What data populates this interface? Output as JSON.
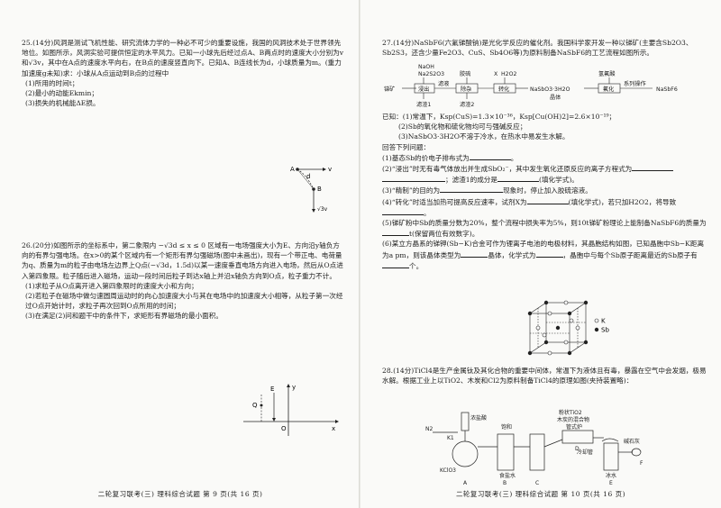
{
  "left": {
    "q25": {
      "head": "25.(14分)风洞是测试飞机性能、研究流体力学的一种必不可少的重要设施，我国的风洞技术处于世界领先地位。如图所示，风洞实验可提供恒定的水平风力。已知一小球先后经过点A、B两点时的速度大小分别为v和√3v，其中在A点的速度水平向右，在B点的速度竖直向下。已知A、B连线长为d，小球质量为m。(重力加速度g未知)求：小球从A点运动到B点的过程中",
      "items": [
        "(1)所用的时间t；",
        "(2)最小的动能Ekmin；",
        "(3)损失的机械能ΔE损。"
      ],
      "fig": {
        "A": "A",
        "v": "v",
        "d": "d",
        "B": "B",
        "vB": "√3v"
      }
    },
    "q26": {
      "head": "26.(20分)如图所示的坐标系中，第二象限内 −√3d ≤ x ≤ 0 区域有一电场强度大小为E、方向沿y轴负方向的有界匀强电场。在x>0的某个区域内有一个矩形有界匀强磁场(图中未画出)，现有一个带正电、电荷量为q、质量为m的粒子由电场左边界上Q点(−√3d，1.5d)以某一速度垂直电场方向进入电场，然后从O点进入第四象限。粒子随后进入磁场，运动一段时间后粒子到达x轴上并沿x轴负方向到O点，粒子重力不计。",
      "items": [
        "(1)求粒子从O点离开进入第四象限时的速度大小和方向；",
        "(2)若粒子在磁场中做匀速圆周运动时的向心加速度大小与其在电场中的加速度大小相等，从粒子第一次经过O点开始计时，求粒子再次回到O点所用的时间；",
        "(3)在满足(2)问和题干中的条件下，求矩形有界磁场的最小面积。"
      ],
      "fig": {
        "E": "E",
        "y": "y",
        "Q": "Q",
        "O": "O",
        "x": "x"
      }
    },
    "footer": "二轮复习联考(三)  理科综合试题  第 9 页(共 16 页)"
  },
  "right": {
    "q27": {
      "head": "27.(14分)NaSbF6(六氟锑酸钠)是光化学反应的催化剂。我国科学家开发一种以锑矿(主要含Sb2O3、Sb2S3，还含少量Fe2O3、CuS、Sb4O6等)为原料制备NaSbF6的工艺流程如图所示。",
      "flow": {
        "ore": "锑矿",
        "r1": "NaOH",
        "r2": "Na2S2O3",
        "b1": "浸出",
        "f1": "滤液",
        "r3": "胶硫",
        "b2": "除杂",
        "r4": "X",
        "r5": "H2O2",
        "b3": "转化",
        "p1": "NaSbO3·3H2O",
        "p1sub": "晶体",
        "r6": "氢氟酸",
        "b4": "氟化",
        "ops": "系列操作",
        "p2": "NaSbF6",
        "s1": "滤渣1",
        "s2": "滤渣2"
      },
      "known": [
        "已知：(1)常温下，Ksp(CuS)=1.3×10⁻³⁶，Ksp[Cu(OH)2]=2.6×10⁻¹⁹；",
        "(2)Sb的氧化物和硫化物均可与强碱反应；",
        "(3)NaSbO3·3H2O不溶于冷水，在热水中易发生水解。"
      ],
      "answer_prompt": "回答下列问题：",
      "items": [
        "(1)基态Sb的价电子排布式为",
        "(2)“浸出”时无有毒气体放出并生成SbO₂⁻，其中发生氧化还原反应的离子方程式为",
        "；滤渣1的成分是",
        "(填化学式)。",
        "(3)“精制”的目的为",
        "现象时，停止加入胶硫溶液。",
        "(4)“转化”时适当加热可提高反应速率，试剂X为",
        "(填化学式)，若只加H2O2，将导致",
        "(5)锑矿粉中Sb的质量分数为20%，整个流程中损失率为5%，则10t锑矿粉理论上能制备NaSbF6的质量为",
        "t(保留两位有效数字)。",
        "(6)某立方晶系的锑钾(Sb−K)合金可作为锂离子电池的电极材料，其晶胞结构如图，已知晶胞中Sb−K距离为a pm，则该晶体类型为",
        "晶体，化学式为",
        "，晶胞中与每个Sb原子距离最近的Sb原子有",
        "个。"
      ],
      "legend": {
        "K": "K",
        "Sb": "Sb"
      }
    },
    "q28": {
      "head": "28.(14分)TiCl4是生产金属钛及其化合物的重要中间体，常温下为液体且有毒，暴露在空气中会发烟，极易水解。根据工业上以TiO2、木炭和Cl2为原料制备TiCl4的原理如图(夹持装置略)：",
      "fig": {
        "l_n2": "N2",
        "l_k": "K1",
        "l_acid": "浓盐酸",
        "l_tio2": "粉状TiO2",
        "l_c": "木炭的混合物",
        "l_furnace": "管式炉",
        "l_coil": "冷却管",
        "l_lime": "碱石灰",
        "l_sat": "饱和",
        "l_nacl": "食盐水",
        "l_kclo3": "KClO3",
        "l_ice": "冰水",
        "A": "A",
        "B": "B",
        "C": "C",
        "D": "D",
        "E": "E",
        "F": "F"
      }
    },
    "footer": "二轮复习联考(三)  理科综合试题  第 10 页(共 16 页)"
  }
}
